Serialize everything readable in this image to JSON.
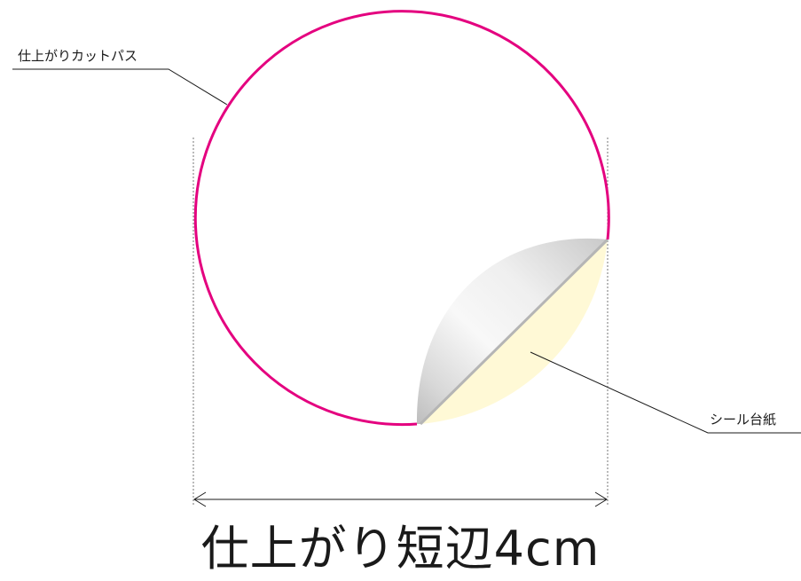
{
  "labels": {
    "cut_path": "仕上がりカットパス",
    "sticker_liner": "シール台紙"
  },
  "caption": "仕上がり短辺4cm",
  "colors": {
    "cut_path": "#e4007f",
    "liner": "#fff9d6",
    "peeled_back": "#d9d9d9",
    "leader_line": "#1a1a1a"
  }
}
